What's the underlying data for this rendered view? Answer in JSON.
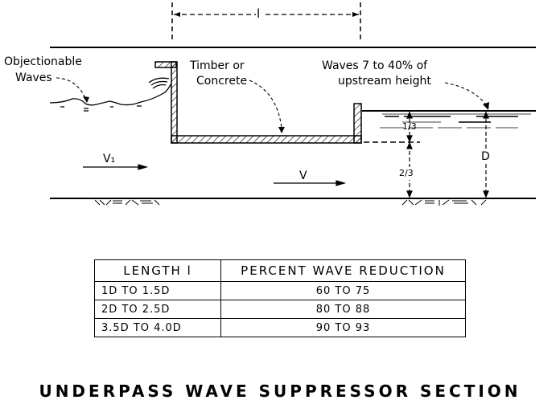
{
  "diagram": {
    "dimension_label": "l",
    "labels": {
      "objectionable_waves": [
        "Objectionable",
        "Waves"
      ],
      "timber_or_concrete": [
        "Timber or",
        "Concrete"
      ],
      "waves_reduced": [
        "Waves 7 to 40% of",
        "upstream height"
      ],
      "v1": "V₁",
      "v": "V",
      "one_third": "1/3",
      "two_thirds": "2/3",
      "depth": "D"
    }
  },
  "table": {
    "headers": [
      "LENGTH l",
      "PERCENT WAVE REDUCTION"
    ],
    "rows": [
      {
        "length": "1D  TO  1.5D",
        "reduction": "60 TO 75"
      },
      {
        "length": "2D  TO  2.5D",
        "reduction": "80 TO 88"
      },
      {
        "length": "3.5D TO 4.0D",
        "reduction": "90 TO 93"
      }
    ]
  },
  "title": "UNDERPASS WAVE SUPPRESSOR SECTION"
}
